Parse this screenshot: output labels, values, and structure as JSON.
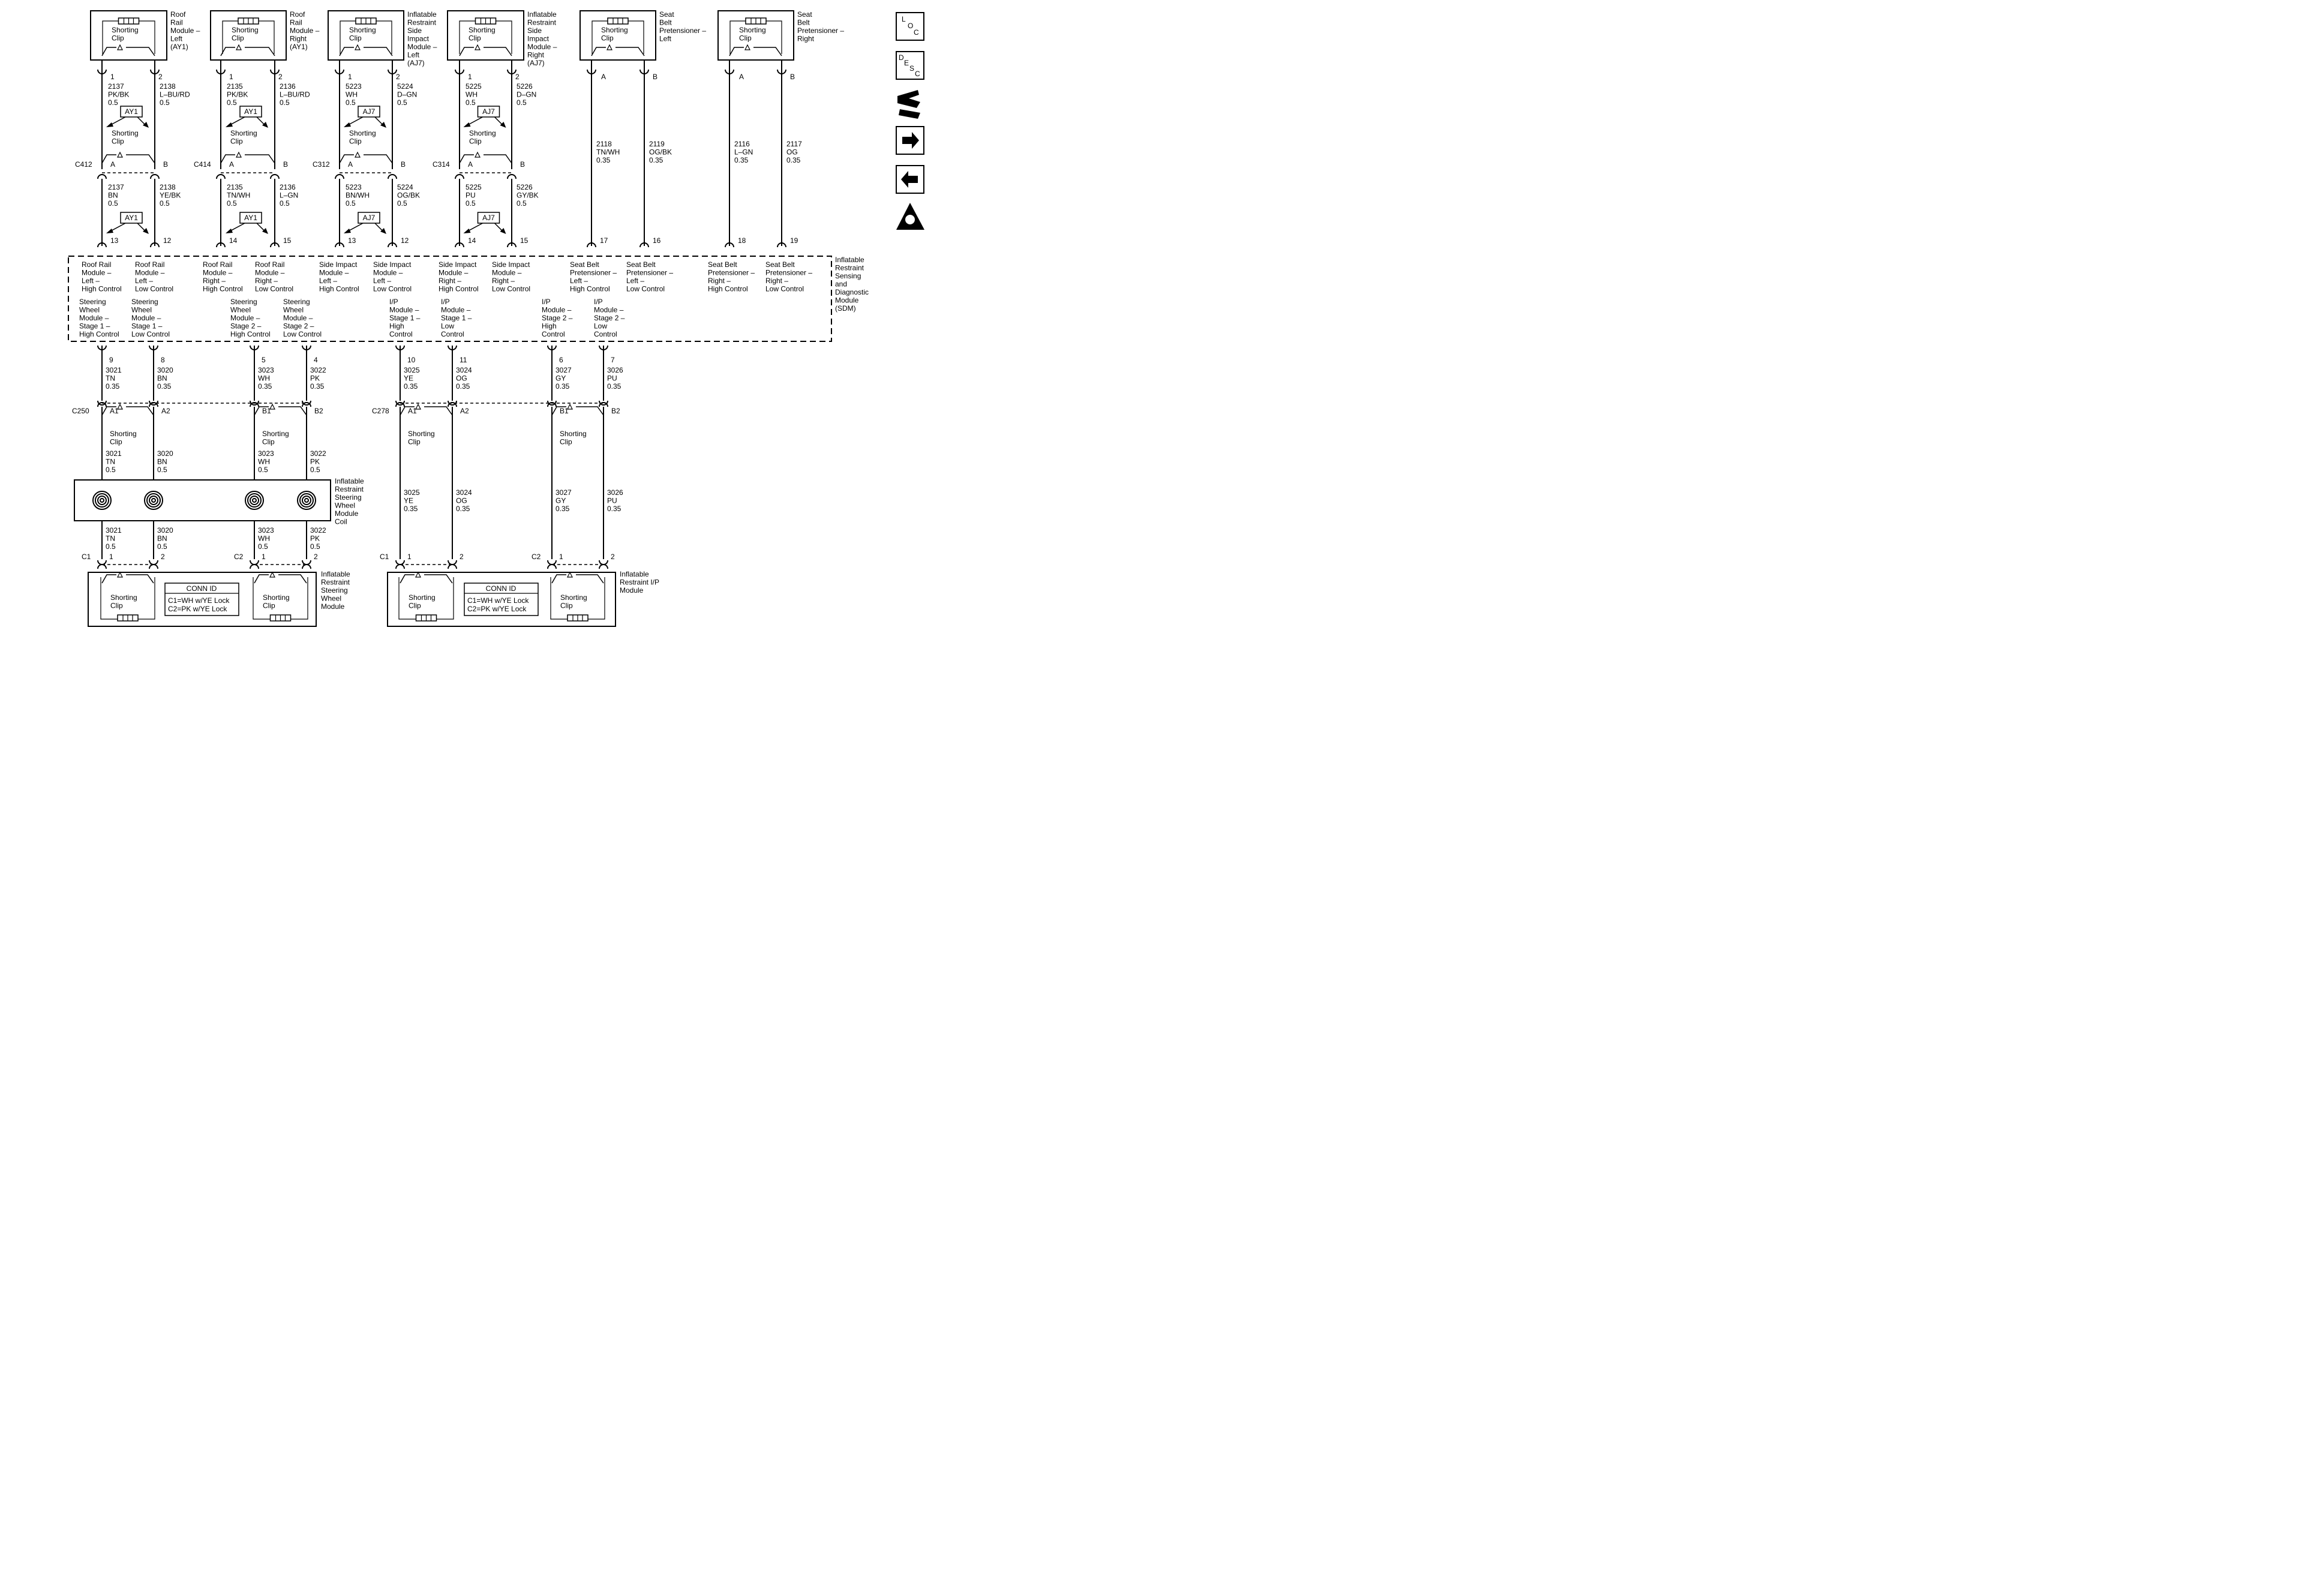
{
  "top_modules": [
    {
      "name": "Roof\nRail\nModule –\nLeft\n(AY1)",
      "clip": "Shorting\nClip",
      "pins": [
        "1",
        "2"
      ],
      "upper_wires": [
        [
          "2137",
          "PK/BK",
          "0.5"
        ],
        [
          "2138",
          "L–BU/RD",
          "0.5"
        ]
      ],
      "tag": "AY1",
      "connector": "C412",
      "conn_pins": [
        "A",
        "B"
      ],
      "lower_wires": [
        [
          "2137",
          "BN",
          "0.5"
        ],
        [
          "2138",
          "YE/BK",
          "0.5"
        ]
      ],
      "tag2": "AY1",
      "sdm_pins": [
        "13",
        "12"
      ]
    },
    {
      "name": "Roof\nRail\nModule –\nRight\n(AY1)",
      "clip": "Shorting\nClip",
      "pins": [
        "1",
        "2"
      ],
      "upper_wires": [
        [
          "2135",
          "PK/BK",
          "0.5"
        ],
        [
          "2136",
          "L–BU/RD",
          "0.5"
        ]
      ],
      "tag": "AY1",
      "connector": "C414",
      "conn_pins": [
        "A",
        "B"
      ],
      "lower_wires": [
        [
          "2135",
          "TN/WH",
          "0.5"
        ],
        [
          "2136",
          "L–GN",
          "0.5"
        ]
      ],
      "tag2": "AY1",
      "sdm_pins": [
        "14",
        "15"
      ]
    },
    {
      "name": "Inflatable\nRestraint\nSide\nImpact\nModule –\nLeft\n(AJ7)",
      "clip": "Shorting\nClip",
      "pins": [
        "1",
        "2"
      ],
      "upper_wires": [
        [
          "5223",
          "WH",
          "0.5"
        ],
        [
          "5224",
          "D–GN",
          "0.5"
        ]
      ],
      "tag": "AJ7",
      "connector": "C312",
      "conn_pins": [
        "A",
        "B"
      ],
      "lower_wires": [
        [
          "5223",
          "BN/WH",
          "0.5"
        ],
        [
          "5224",
          "OG/BK",
          "0.5"
        ]
      ],
      "tag2": "AJ7",
      "sdm_pins": [
        "13",
        "12"
      ]
    },
    {
      "name": "Inflatable\nRestraint\nSide\nImpact\nModule –\nRight\n(AJ7)",
      "clip": "Shorting\nClip",
      "pins": [
        "1",
        "2"
      ],
      "upper_wires": [
        [
          "5225",
          "WH",
          "0.5"
        ],
        [
          "5226",
          "D–GN",
          "0.5"
        ]
      ],
      "tag": "AJ7",
      "connector": "C314",
      "conn_pins": [
        "A",
        "B"
      ],
      "lower_wires": [
        [
          "5225",
          "PU",
          "0.5"
        ],
        [
          "5226",
          "GY/BK",
          "0.5"
        ]
      ],
      "tag2": "AJ7",
      "sdm_pins": [
        "14",
        "15"
      ]
    }
  ],
  "pretensioners": [
    {
      "name": "Seat\nBelt\nPretensioner –\nLeft",
      "clip": "Shorting\nClip",
      "pins": [
        "A",
        "B"
      ],
      "wires": [
        [
          "2118",
          "TN/WH",
          "0.35"
        ],
        [
          "2119",
          "OG/BK",
          "0.35"
        ]
      ],
      "sdm_pins": [
        "17",
        "16"
      ]
    },
    {
      "name": "Seat\nBelt\nPretensioner –\nRight",
      "clip": "Shorting\nClip",
      "pins": [
        "A",
        "B"
      ],
      "wires": [
        [
          "2116",
          "L–GN",
          "0.35"
        ],
        [
          "2117",
          "OG",
          "0.35"
        ]
      ],
      "sdm_pins": [
        "18",
        "19"
      ]
    }
  ],
  "sdm": {
    "title": "Inflatable\nRestraint\nSensing\nand\nDiagnostic\nModule\n(SDM)",
    "row1": [
      "Roof Rail\nModule –\nLeft –\nHigh Control",
      "Roof Rail\nModule –\nLeft –\nLow Control",
      "Roof Rail\nModule –\nRight –\nHigh Control",
      "Roof Rail\nModule –\nRight –\nLow Control",
      "Side Impact\nModule –\nLeft –\nHigh Control",
      "Side Impact\nModule –\nLeft –\nLow Control",
      "Side Impact\nModule –\nRight –\nHigh Control",
      "Side Impact\nModule –\nRight –\nLow Control",
      "Seat Belt\nPretensioner –\nLeft –\nHigh Control",
      "Seat Belt\nPretensioner –\nLeft –\nLow Control",
      "Seat Belt\nPretensioner –\nRight –\nHigh Control",
      "Seat Belt\nPretensioner –\nRight –\nLow Control"
    ],
    "row2": [
      "Steering\nWheel\nModule –\nStage 1 –\nHigh Control",
      "Steering\nWheel\nModule –\nStage 1 –\nLow Control",
      "Steering\nWheel\nModule –\nStage 2 –\nHigh Control",
      "Steering\nWheel\nModule –\nStage 2 –\nLow Control",
      "I/P\nModule –\nStage 1 –\nHigh\nControl",
      "I/P\nModule –\nStage 1 –\nLow\nControl",
      "I/P\nModule –\nStage 2 –\nHigh\nControl",
      "I/P\nModule –\nStage 2 –\nLow\nControl"
    ]
  },
  "bottom": {
    "sdm_pins": [
      "9",
      "8",
      "5",
      "4",
      "10",
      "11",
      "6",
      "7"
    ],
    "wires_upper": [
      [
        "3021",
        "TN",
        "0.35"
      ],
      [
        "3020",
        "BN",
        "0.35"
      ],
      [
        "3023",
        "WH",
        "0.35"
      ],
      [
        "3022",
        "PK",
        "0.35"
      ],
      [
        "3025",
        "YE",
        "0.35"
      ],
      [
        "3024",
        "OG",
        "0.35"
      ],
      [
        "3027",
        "GY",
        "0.35"
      ],
      [
        "3026",
        "PU",
        "0.35"
      ]
    ],
    "connectors": [
      "C250",
      "C278"
    ],
    "conn_pins": [
      "A1",
      "A2",
      "B1",
      "B2",
      "A1",
      "A2",
      "B1",
      "B2"
    ],
    "clip": "Shorting\nClip",
    "wires_mid": [
      [
        "3021",
        "TN",
        "0.5"
      ],
      [
        "3020",
        "BN",
        "0.5"
      ],
      [
        "3023",
        "WH",
        "0.5"
      ],
      [
        "3022",
        "PK",
        "0.5"
      ],
      [
        "3025",
        "YE",
        "0.35"
      ],
      [
        "3024",
        "OG",
        "0.35"
      ],
      [
        "3027",
        "GY",
        "0.35"
      ],
      [
        "3026",
        "PU",
        "0.35"
      ]
    ],
    "coil": "Inflatable\nRestraint\nSteering\nWheel\nModule\nCoil",
    "wires_low": [
      [
        "3021",
        "TN",
        "0.5"
      ],
      [
        "3020",
        "BN",
        "0.5"
      ],
      [
        "3023",
        "WH",
        "0.5"
      ],
      [
        "3022",
        "PK",
        "0.5"
      ]
    ],
    "module_conns": [
      "C1",
      "C2",
      "C1",
      "C2"
    ],
    "module_pins": [
      "1",
      "2",
      "1",
      "2",
      "1",
      "2",
      "1",
      "2"
    ],
    "steering_module": "Inflatable\nRestraint\nSteering\nWheel\nModule",
    "ip_module": "Inflatable\nRestraint I/P\nModule",
    "conn_id_title": "CONN ID",
    "conn_id_lines": [
      "C1=WH w/YE Lock",
      "C2=PK w/YE Lock"
    ]
  },
  "icons": [
    "loc-icon",
    "desc-icon",
    "component-location-icon",
    "next-page-icon",
    "previous-page-icon",
    "airbag-warning-icon"
  ],
  "icon_text": {
    "loc": [
      "L",
      "O",
      "C"
    ],
    "desc": [
      "D",
      "E",
      "S",
      "C"
    ]
  }
}
